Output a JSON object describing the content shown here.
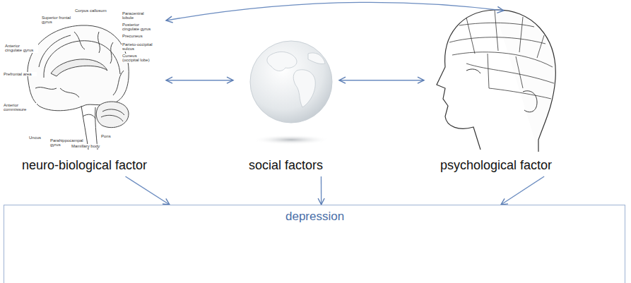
{
  "diagram": {
    "nodes": [
      {
        "text": [
          "neuro-biological factor"
        ]
      },
      {
        "text": [
          "social factors"
        ]
      },
      {
        "text": [
          "psychological factor"
        ]
      },
      {
        "text": [
          "depression"
        ]
      }
    ],
    "edges": [
      {
        "from": 0,
        "to": 1,
        "arrow": "both"
      },
      {
        "from": 1,
        "to": 2,
        "arrow": "both"
      },
      {
        "from": 0,
        "to": 2,
        "arrow": "both"
      },
      {
        "from": 0,
        "to": 3,
        "arrow": "to"
      },
      {
        "from": 1,
        "to": 3,
        "arrow": "to"
      },
      {
        "from": 2,
        "to": 3,
        "arrow": "to"
      }
    ],
    "labels": [
      "Corpus callosum",
      "Superior frontal gyrus",
      "Paracentral lobule",
      "Posterior cingulate gyrus",
      "Precuneus",
      "Anterior cingulate gyrus",
      "Parieto-occipital sulcus",
      "Cuneus (occipital lobe)",
      "Prefrontal area",
      "Anterior commissure",
      "Pons",
      "Uncus",
      "Parahippocampal gyrus",
      "Mamillary body"
    ]
  }
}
